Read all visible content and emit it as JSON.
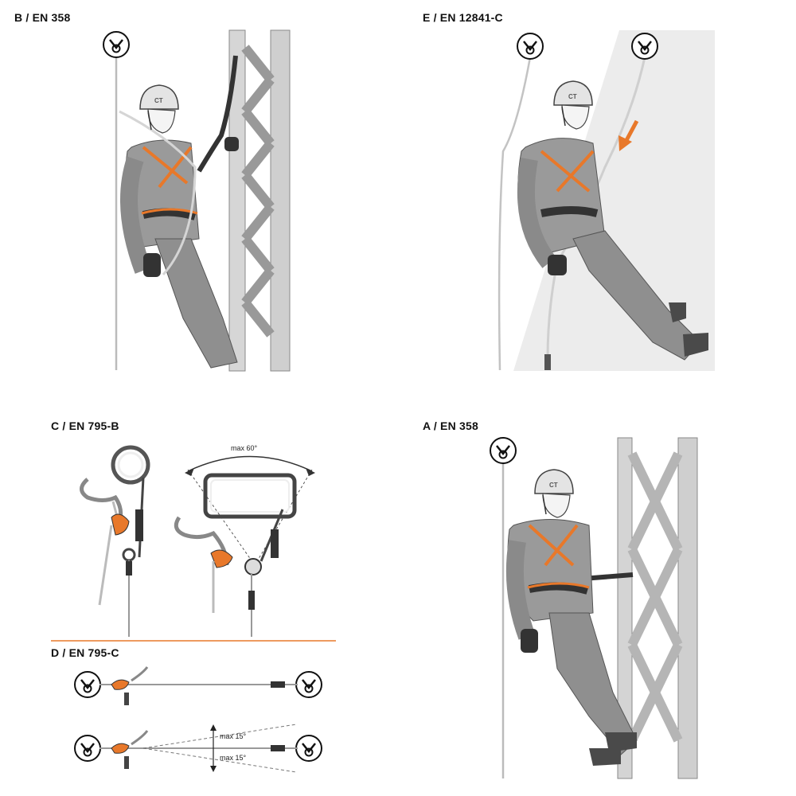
{
  "panels": {
    "b": {
      "label": "B / EN 358"
    },
    "e": {
      "label": "E / EN 12841-C"
    },
    "c": {
      "label": "C / EN 795-B",
      "angle_note": "max 60°"
    },
    "d": {
      "label": "D / EN 795-C",
      "angle_note_top": "max 15°",
      "angle_note_bottom": "max 15°"
    },
    "a": {
      "label": "A / EN 358"
    }
  },
  "colors": {
    "accent": "#e8782a",
    "suit": "#9a9a9a",
    "suit_dark": "#5f5f5f",
    "structure": "#c8c8c8",
    "rope": "#bdbdbd",
    "wall": "#ececec"
  },
  "icons": [
    "anchor-icon",
    "rope-grab-icon",
    "lanyard-icon",
    "helmet-icon"
  ]
}
